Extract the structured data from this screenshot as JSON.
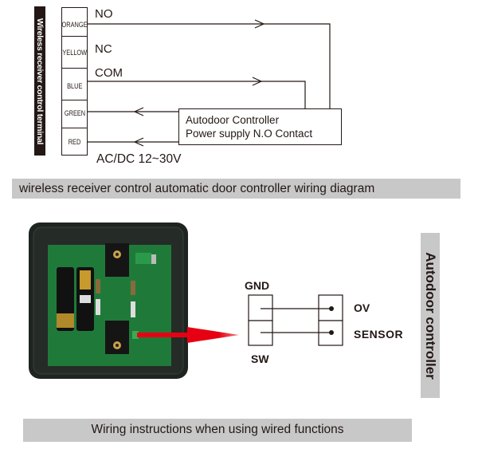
{
  "wireless_diagram": {
    "terminal_title": "Wireless receiver control terminal",
    "terminals": [
      {
        "label": "ORANGE",
        "signal": "NO"
      },
      {
        "label": "YELLOW",
        "signal": "NC"
      },
      {
        "label": "BLUE",
        "signal": "COM"
      },
      {
        "label": "GREEN",
        "signal": ""
      },
      {
        "label": "RED",
        "signal": ""
      }
    ],
    "controller_box": {
      "line1": "Autodoor Controller",
      "line2": "Power supply N.O Contact"
    },
    "power_label": "AC/DC  12~30V",
    "caption": "wireless receiver control automatic door controller wiring diagram"
  },
  "wired_diagram": {
    "receiver_terminals": {
      "top": "GND",
      "bottom": "SW"
    },
    "controller_terminals": {
      "top": "OV",
      "bottom": "SENSOR"
    },
    "controller_title": "Autodoor controller",
    "caption": "Wiring instructions when using wired functions"
  },
  "colors": {
    "ink": "#231815",
    "caption_bg": "#c8c8c8",
    "arrow_red": "#e60012",
    "pcb_green": "#1f7a3a",
    "housing": "#1e2420"
  }
}
